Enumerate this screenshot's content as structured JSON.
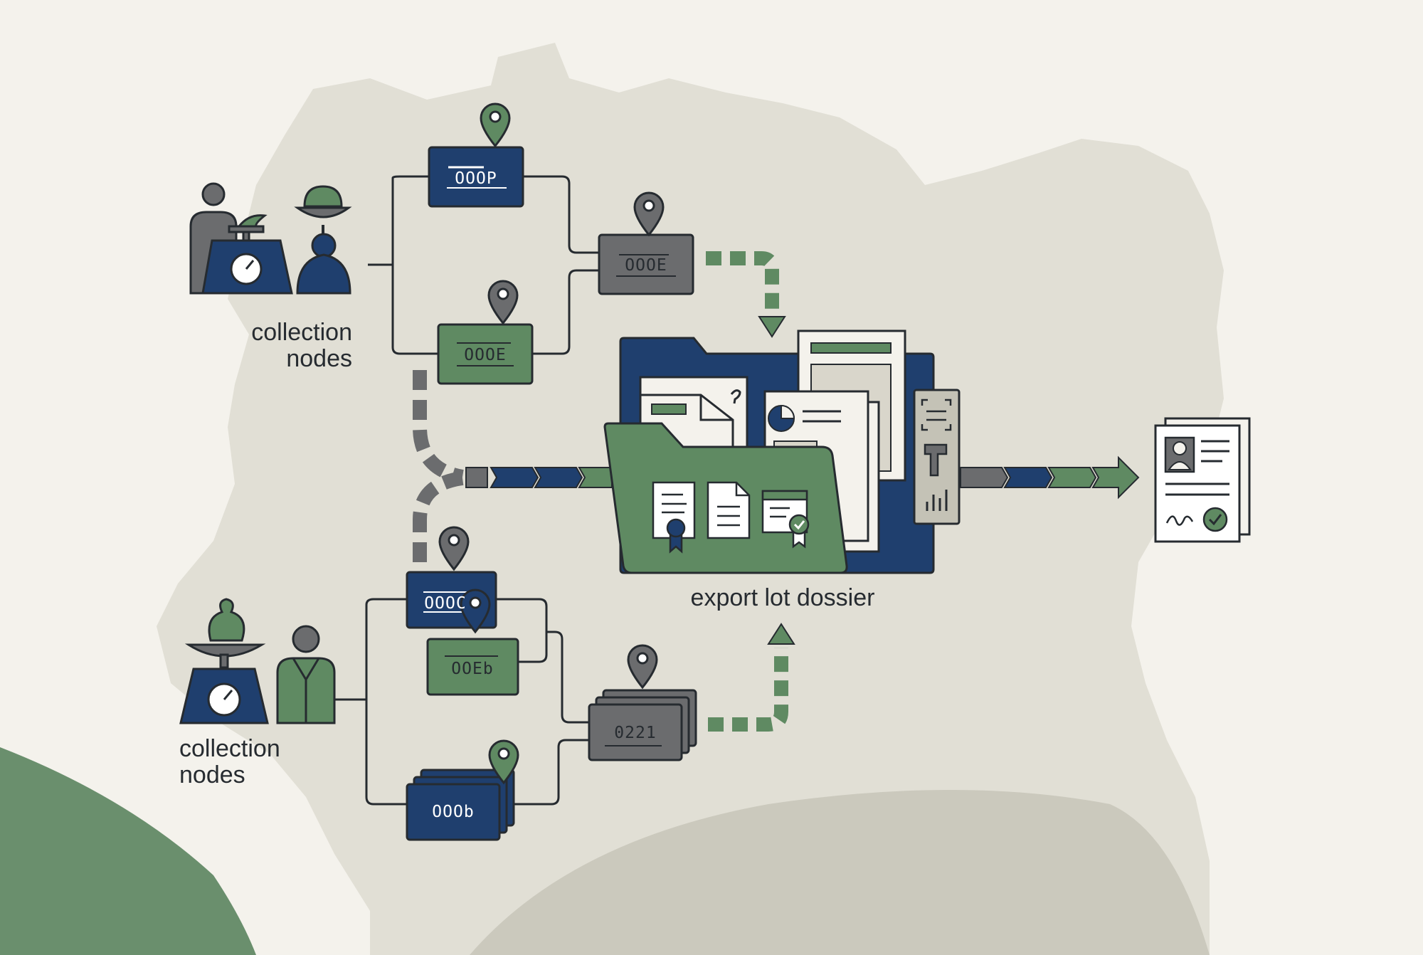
{
  "labels": {
    "collection_nodes_top": "collection\nnodes",
    "collection_nodes_bottom": "collection\nnodes",
    "export_lot_dossier": "export lot dossier"
  },
  "nodes": {
    "top_1": "OOOP",
    "top_2": "OOOE",
    "top_merge": "OOOE",
    "bottom_1": "OOOC",
    "bottom_2": "OOEb",
    "bottom_merge": "0221",
    "bottom_3": "OOOb"
  },
  "colors": {
    "background": "#f4f2ec",
    "map": "#e1dfd5",
    "map_shadow": "#cbc9bd",
    "navy": "#1f3f6e",
    "green": "#5f8a62",
    "gray": "#6b6c6e",
    "outline": "#262b30"
  },
  "icons": [
    "location-pin-icon",
    "weighing-scale-icon",
    "person-icon",
    "folder-icon",
    "document-icon",
    "certificate-icon",
    "barcode-scanner-icon",
    "certificate-document-icon",
    "checkmark-icon"
  ]
}
